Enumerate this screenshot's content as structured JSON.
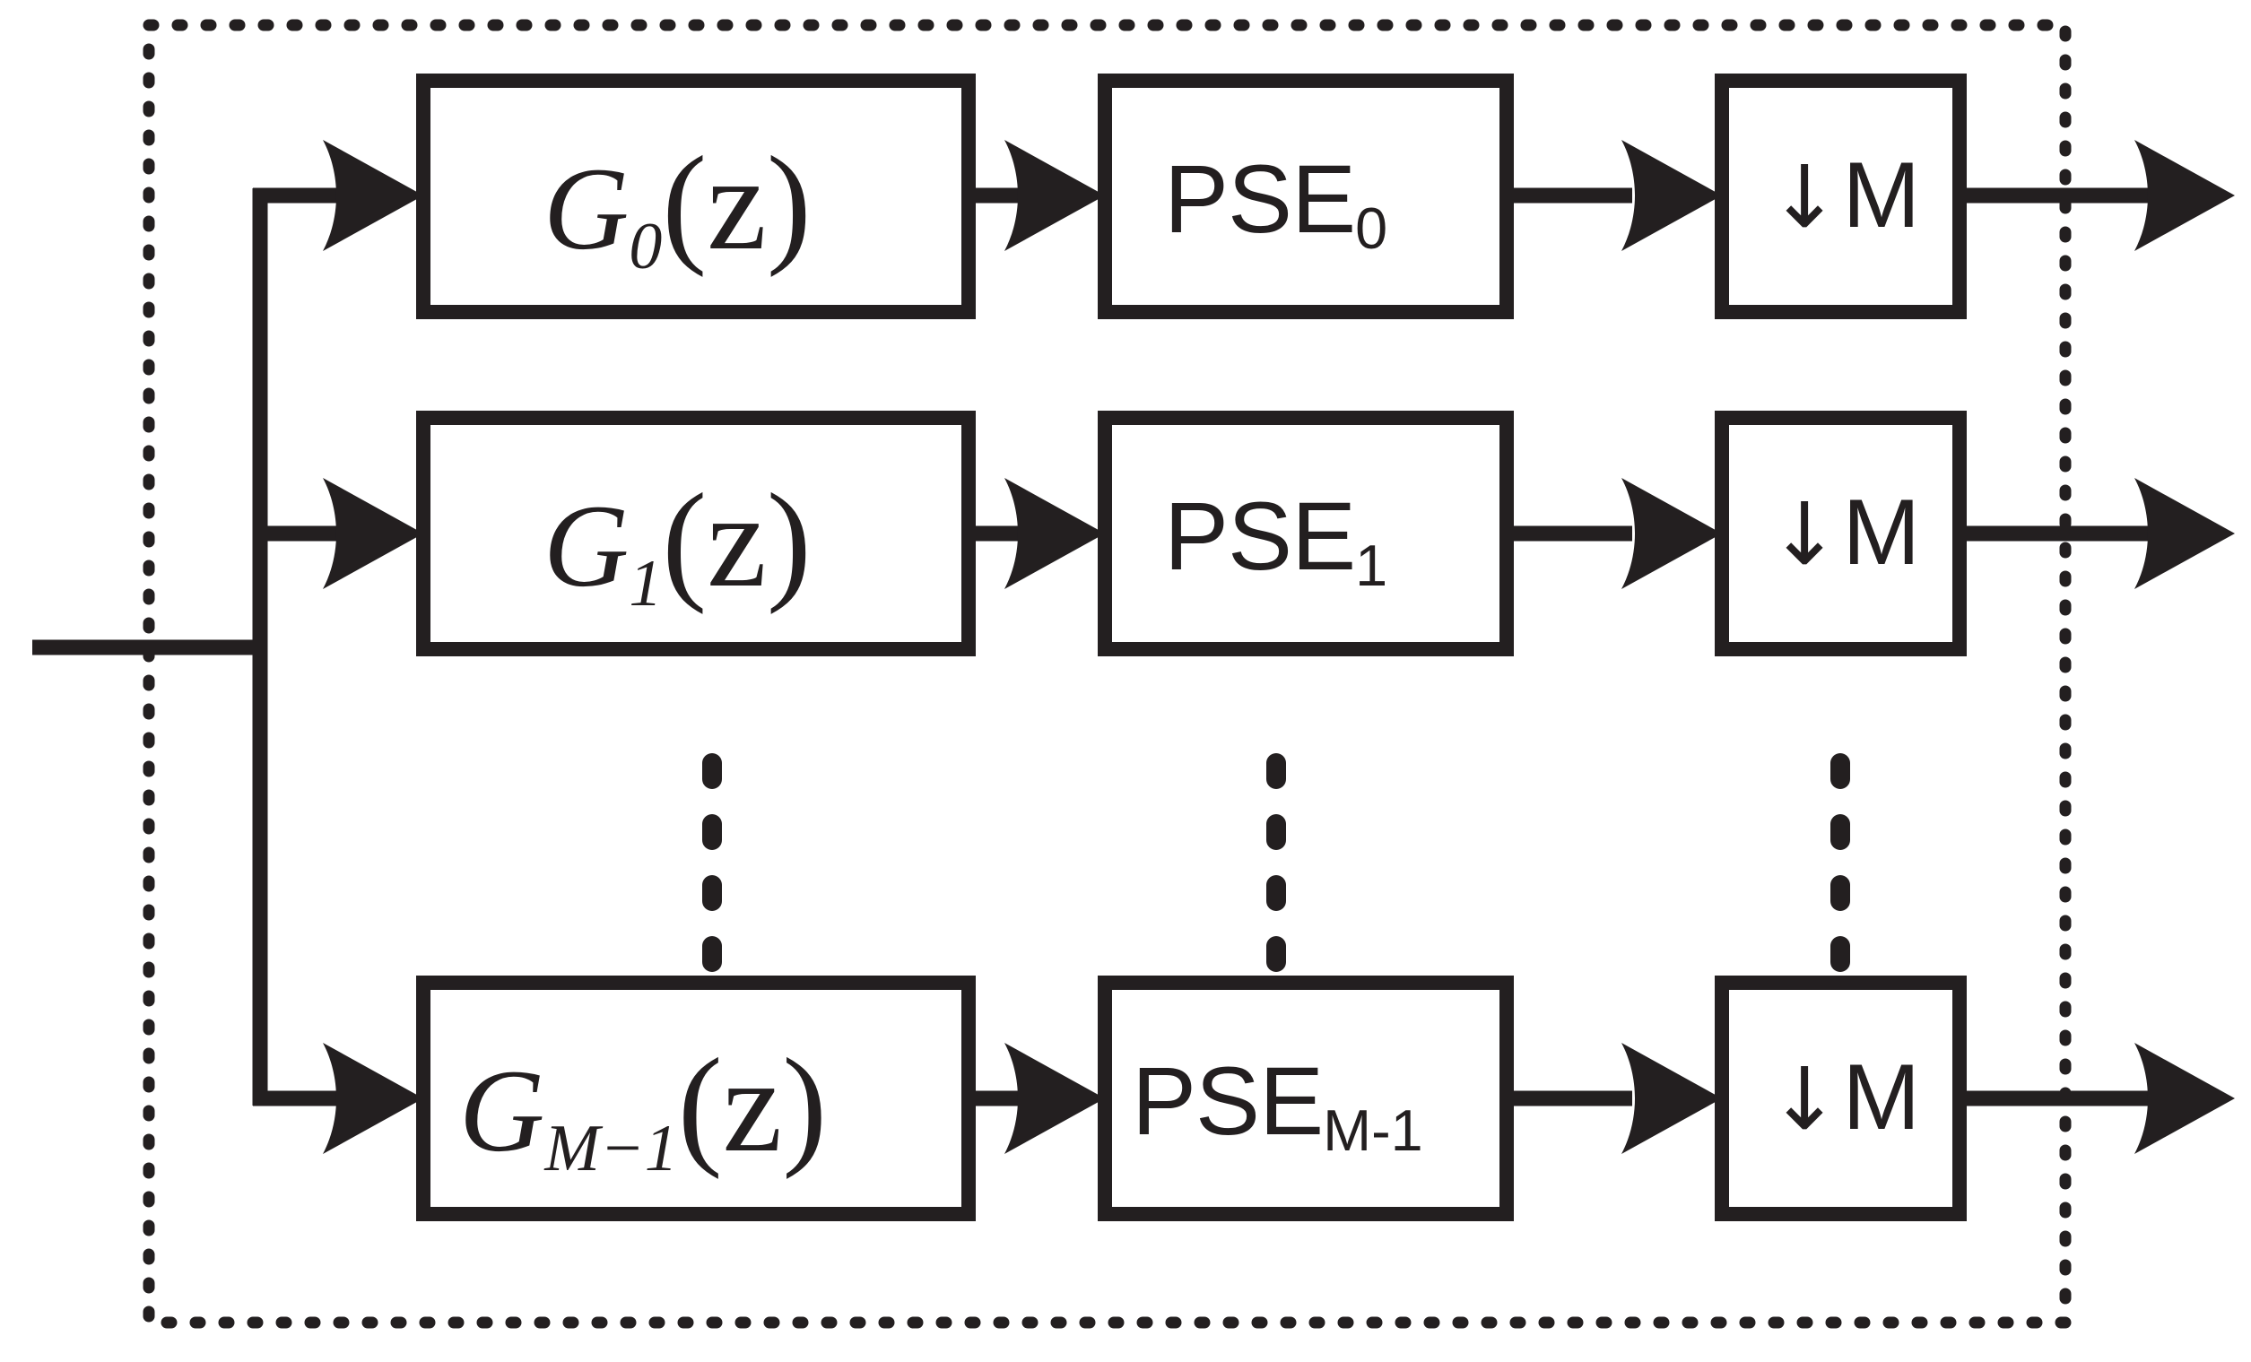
{
  "diagram": {
    "title": "M-channel analysis filter bank with phase-shift estimators and decimators",
    "type": "block-diagram",
    "colors": {
      "stroke": "#231f20",
      "background": "#ffffff",
      "boundary": "#231f20"
    },
    "boundary": {
      "style": "dotted",
      "label": ""
    },
    "input": {
      "label": "",
      "bus_label": ""
    },
    "rows": [
      {
        "id": "row-0",
        "filter": {
          "base": "G",
          "subscript": "0",
          "arg": "(z)",
          "full": "G0(z)"
        },
        "pse": {
          "base": "PSE",
          "subscript": "0",
          "full": "PSE0"
        },
        "decimator": {
          "arrow": "↓",
          "factor": "M",
          "full": "↓M"
        },
        "output_label": ""
      },
      {
        "id": "row-1",
        "filter": {
          "base": "G",
          "subscript": "1",
          "arg": "(z)",
          "full": "G1(z)"
        },
        "pse": {
          "base": "PSE",
          "subscript": "1",
          "full": "PSE1"
        },
        "decimator": {
          "arrow": "↓",
          "factor": "M",
          "full": "↓M"
        },
        "output_label": ""
      },
      {
        "id": "row-last",
        "filter": {
          "base": "G",
          "subscript": "M−1",
          "arg": "(z)",
          "full": "GM−1(z)"
        },
        "pse": {
          "base": "PSE",
          "subscript": "M-1",
          "full": "PSEM-1"
        },
        "decimator": {
          "arrow": "↓",
          "factor": "M",
          "full": "↓M"
        },
        "output_label": ""
      }
    ],
    "ellipsis": {
      "glyph": "⋮",
      "count": 4,
      "columns": [
        "filter-column",
        "pse-column",
        "decimator-column"
      ]
    }
  }
}
